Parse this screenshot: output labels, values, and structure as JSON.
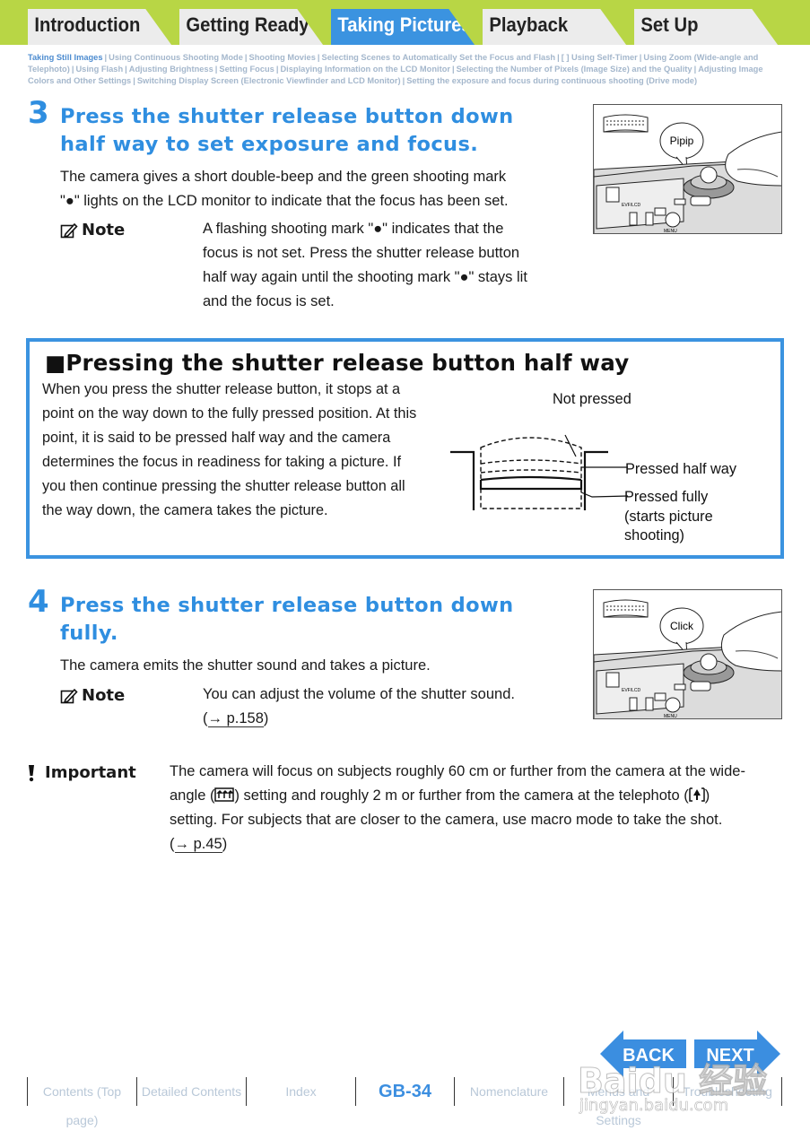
{
  "tabs": [
    {
      "label": "Introduction",
      "active": false
    },
    {
      "label": "Getting Ready",
      "active": false
    },
    {
      "label": "Taking Pictures",
      "active": true
    },
    {
      "label": "Playback",
      "active": false
    },
    {
      "label": "Set Up",
      "active": false
    }
  ],
  "breadcrumb": [
    "Taking Still Images",
    "Using Continuous Shooting Mode",
    "Shooting Movies",
    "Selecting Scenes to Automatically Set the Focus and Flash",
    "[ ] Using Self-Timer",
    "Using Zoom (Wide-angle and Telephoto)",
    "Using Flash",
    "Adjusting Brightness",
    "Setting Focus",
    "Displaying Information on the LCD Monitor",
    "Selecting the Number of Pixels (Image Size) and the Quality",
    "Adjusting Image Colors and Other Settings",
    "Switching Display Screen (Electronic Viewfinder and LCD Monitor)",
    "Setting the exposure and focus during continuous shooting (Drive mode)"
  ],
  "step3": {
    "number": "3",
    "title_line1": "Press the shutter release button down",
    "title_line2": "half way to set exposure and focus.",
    "body_line1": "The camera gives a short double-beep and the green shooting mark",
    "body_line2": "\"●\" lights on the LCD monitor to indicate that the focus has been set.",
    "note_label": "Note",
    "note_lines": [
      "A flashing shooting mark \"●\" indicates that the",
      "focus is not set. Press the shutter release button",
      "half way again until the shooting mark \"●\" stays lit",
      "and the focus is set."
    ],
    "figure_bubble": "Pipip",
    "figure_text_evf": "EVF/LCD",
    "figure_text_menu": "MENU"
  },
  "press_box": {
    "title": "■Pressing the shutter release button half way",
    "text_lines": [
      "When you press the shutter release button, it stops at a",
      "point on the way down to the fully pressed position. At this",
      "point, it is said to be pressed half way and the camera",
      "determines the focus in readiness for taking a picture. If",
      "you then continue pressing the shutter release button all",
      "the way down, the camera takes the picture."
    ],
    "label_not_pressed": "Not pressed",
    "label_half": "Pressed half way",
    "label_full_1": "Pressed fully",
    "label_full_2": "(starts picture",
    "label_full_3": "shooting)"
  },
  "step4": {
    "number": "4",
    "title_line1": "Press the shutter release button down",
    "title_line2": "fully.",
    "body_line1": "The camera emits the shutter sound and takes a picture.",
    "note_label": "Note",
    "note_line1": "You can adjust the volume of the shutter sound.",
    "note_link_prefix": "(",
    "note_link": "→ p.158",
    "note_link_suffix": ")",
    "figure_bubble": "Click",
    "figure_text_evf": "EVF/LCD",
    "figure_text_menu": "MENU"
  },
  "important": {
    "label": "Important",
    "line1": "The camera will focus on subjects roughly 60 cm or further from the camera at the wide-",
    "line2_a": "angle (",
    "line2_b": ") setting and roughly 2 m or further from the camera at the telephoto (",
    "line2_c": ")",
    "line3": "setting. For subjects that are closer to the camera, use macro mode to take the shot.",
    "link_prefix": "(",
    "link": "→ p.45",
    "link_suffix": ")"
  },
  "nav": {
    "back": "BACK",
    "next": "NEXT"
  },
  "footer": [
    "Contents (Top page)",
    "Detailed Contents",
    "Index",
    "GB-34",
    "Nomenclature",
    "Menus and Settings",
    "Troubleshooting"
  ],
  "watermark": {
    "line1": "Baidu 经验",
    "line2": "jingyan.baidu.com"
  },
  "colors": {
    "accent_blue": "#3b93e0",
    "tab_green": "#b8d645",
    "crumb_grey": "#a4b7cc"
  }
}
